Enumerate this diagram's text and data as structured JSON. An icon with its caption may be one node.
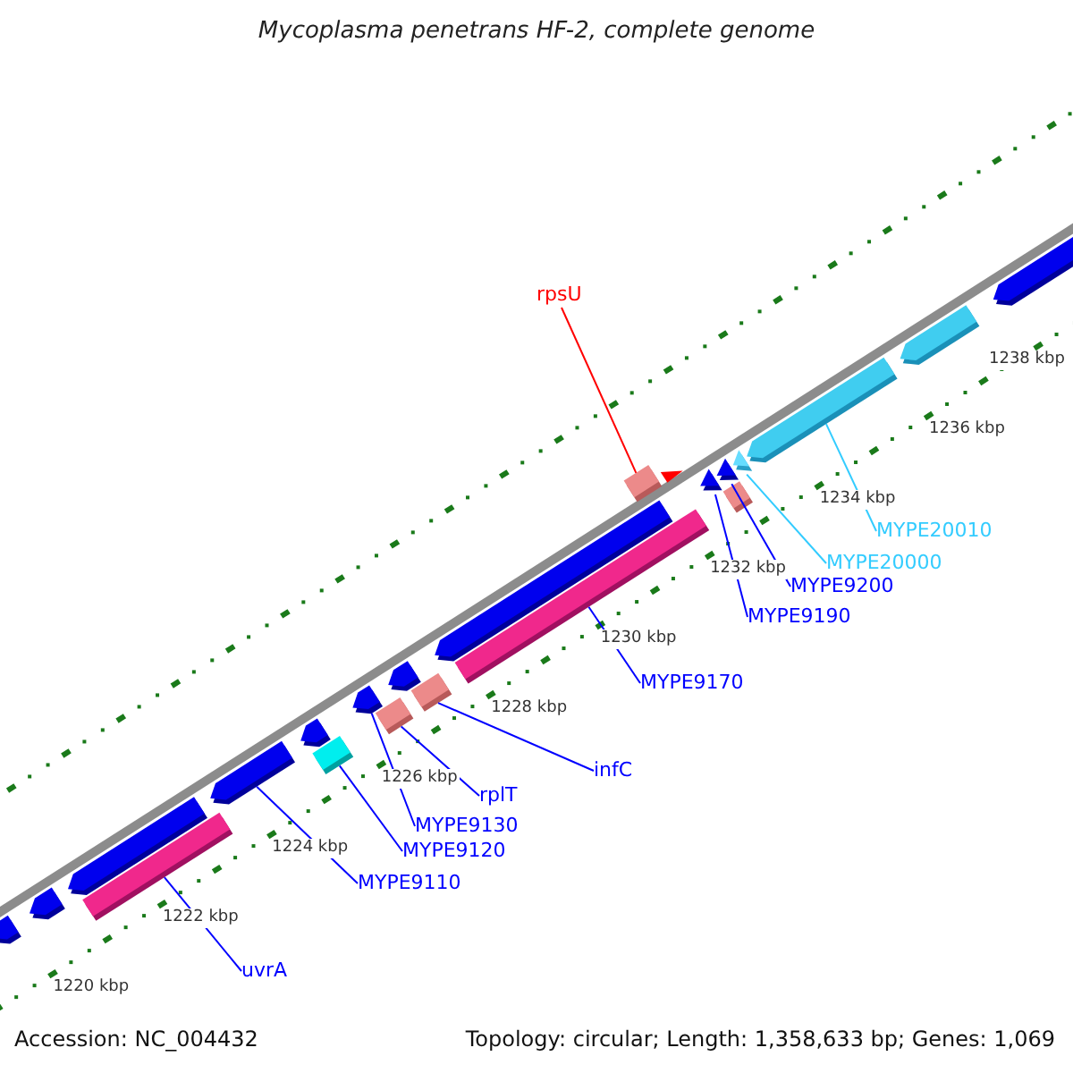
{
  "diagram": {
    "title": "Mycoplasma penetrans HF-2, complete genome",
    "nodes": [
      {
        "text": [
          "rpsU"
        ]
      },
      {
        "text": [],
        "shape": "bar"
      },
      {
        "text": [
          "MYPE20010"
        ]
      },
      {
        "text": [],
        "shape": "arrow"
      },
      {
        "text": [
          "MYPE20000"
        ]
      },
      {
        "text": [],
        "shape": "arrow"
      },
      {
        "text": [
          "MYPE9200"
        ]
      },
      {
        "text": [],
        "shape": "arrow"
      },
      {
        "text": [
          "MYPE9190"
        ]
      },
      {
        "text": [],
        "shape": "arrow"
      },
      {
        "text": [
          "MYPE9170"
        ]
      },
      {
        "text": [],
        "shape": "bar"
      },
      {
        "text": [
          "infC"
        ]
      },
      {
        "text": [],
        "shape": "bar"
      },
      {
        "text": [
          "rplT"
        ]
      },
      {
        "text": [],
        "shape": "bar"
      },
      {
        "text": [
          "MYPE9130"
        ]
      },
      {
        "text": [],
        "shape": "arrow"
      },
      {
        "text": [
          "MYPE9120"
        ]
      },
      {
        "text": [],
        "shape": "bar"
      },
      {
        "text": [
          "MYPE9110"
        ]
      },
      {
        "text": [],
        "shape": "arrow"
      },
      {
        "text": [
          "uvrA"
        ]
      },
      {
        "text": [],
        "shape": "bar"
      },
      {
        "text": [],
        "shape": "arrow"
      },
      {
        "text": [],
        "shape": "arrow"
      },
      {
        "text": [],
        "shape": "arrow"
      },
      {
        "text": [],
        "shape": "arrow"
      },
      {
        "text": [],
        "shape": "arrow"
      },
      {
        "text": [],
        "shape": "arrow"
      },
      {
        "text": [],
        "shape": "bar"
      },
      {
        "text": [],
        "shape": "arrow"
      },
      {
        "text": [],
        "shape": "arrow"
      }
    ],
    "edges": [
      {
        "from": 0,
        "to": 1,
        "arrow": "none",
        "color": "#ff0000"
      },
      {
        "from": 2,
        "to": 3,
        "arrow": "none",
        "color": "#33ccff"
      },
      {
        "from": 4,
        "to": 5,
        "arrow": "none",
        "color": "#33ccff"
      },
      {
        "from": 6,
        "to": 7,
        "arrow": "none"
      },
      {
        "from": 8,
        "to": 9,
        "arrow": "none"
      },
      {
        "from": 10,
        "to": 11,
        "arrow": "none"
      },
      {
        "from": 12,
        "to": 13,
        "arrow": "none"
      },
      {
        "from": 14,
        "to": 15,
        "arrow": "none"
      },
      {
        "from": 16,
        "to": 17,
        "arrow": "none"
      },
      {
        "from": 18,
        "to": 19,
        "arrow": "none"
      },
      {
        "from": 20,
        "to": 21,
        "arrow": "none"
      },
      {
        "from": 22,
        "to": 23,
        "arrow": "none"
      }
    ],
    "labels": [
      "1220 kbp",
      "1222 kbp",
      "1224 kbp",
      "1226 kbp",
      "1228 kbp",
      "1230 kbp",
      "1232 kbp",
      "1234 kbp",
      "1236 kbp",
      "1238 kbp",
      "Accession: NC_004432",
      "Topology: circular; Length: 1,358,633 bp; Genes: 1,069"
    ]
  }
}
